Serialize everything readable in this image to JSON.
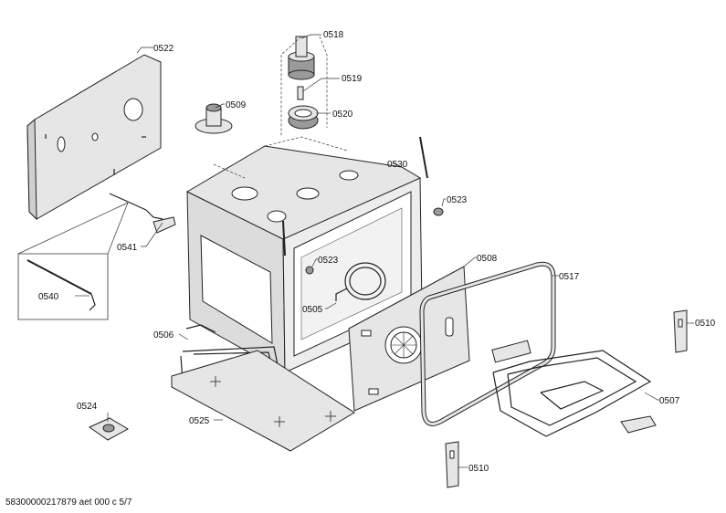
{
  "labels": {
    "p0522": "0522",
    "p0518": "0518",
    "p0519": "0519",
    "p0509": "0509",
    "p0520": "0520",
    "p0530": "0530",
    "p0523a": "0523",
    "p0523b": "0523",
    "p0541": "0541",
    "p0540": "0540",
    "p0505": "0505",
    "p0508": "0508",
    "p0517": "0517",
    "p0510a": "0510",
    "p0506": "0506",
    "p0507": "0507",
    "p0524": "0524",
    "p0525": "0525",
    "p0510b": "0510"
  },
  "footer": "58300000217879 aet 000 c 5/7",
  "colors": {
    "part_fill": "#e6e6e6",
    "line": "#222222",
    "background": "#ffffff"
  }
}
